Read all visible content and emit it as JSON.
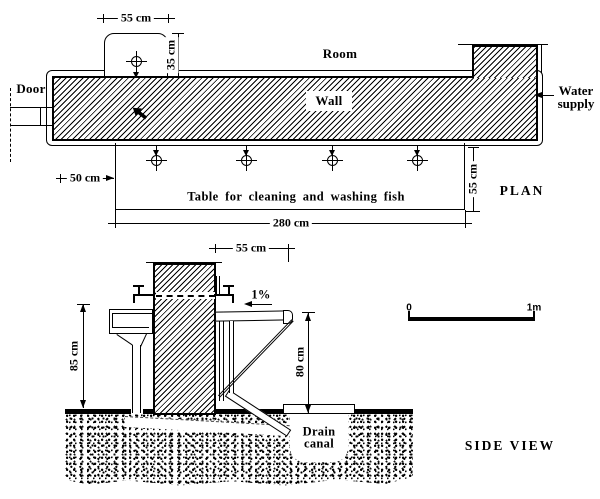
{
  "plan": {
    "title": "PLAN",
    "room": "Room",
    "wall": "Wall",
    "door": "Door",
    "water_supply_1": "Water",
    "water_supply_2": "supply",
    "table_caption": "Table for cleaning and washing fish",
    "dim_sink_width": "55 cm",
    "dim_sink_depth": "35 cm",
    "dim_left_offset": "50 cm",
    "dim_table_length": "280 cm",
    "dim_table_depth": "55 cm"
  },
  "side": {
    "title": "SIDE VIEW",
    "dim_top_width": "55 cm",
    "dim_sink_height": "85 cm",
    "dim_table_height": "80 cm",
    "slope": "1%",
    "drain_line1": "Drain",
    "drain_line2": "canal",
    "scale_zero": "0",
    "scale_one": "1m"
  }
}
